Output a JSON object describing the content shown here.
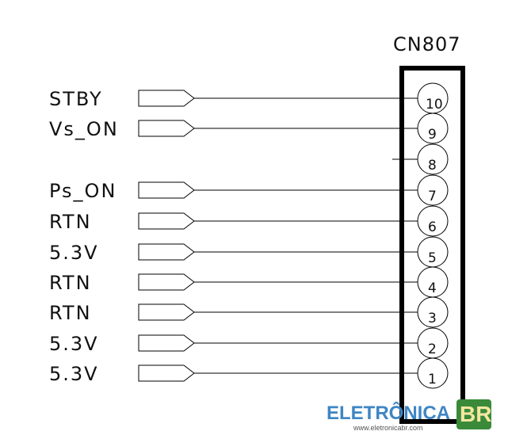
{
  "connector": {
    "name": "CN807",
    "pins": [
      {
        "number": "10",
        "label": "STBY"
      },
      {
        "number": "9",
        "label": "Vs_ON"
      },
      {
        "number": "8",
        "label": ""
      },
      {
        "number": "7",
        "label": "Ps_ON"
      },
      {
        "number": "6",
        "label": "RTN"
      },
      {
        "number": "5",
        "label": "5.3V"
      },
      {
        "number": "4",
        "label": "RTN"
      },
      {
        "number": "3",
        "label": "RTN"
      },
      {
        "number": "2",
        "label": "5.3V"
      },
      {
        "number": "1",
        "label": "5.3V"
      }
    ]
  },
  "watermark": {
    "brand": "ELETRÔNICA",
    "badge": "BR",
    "url": "www.eletronicabr.com"
  }
}
